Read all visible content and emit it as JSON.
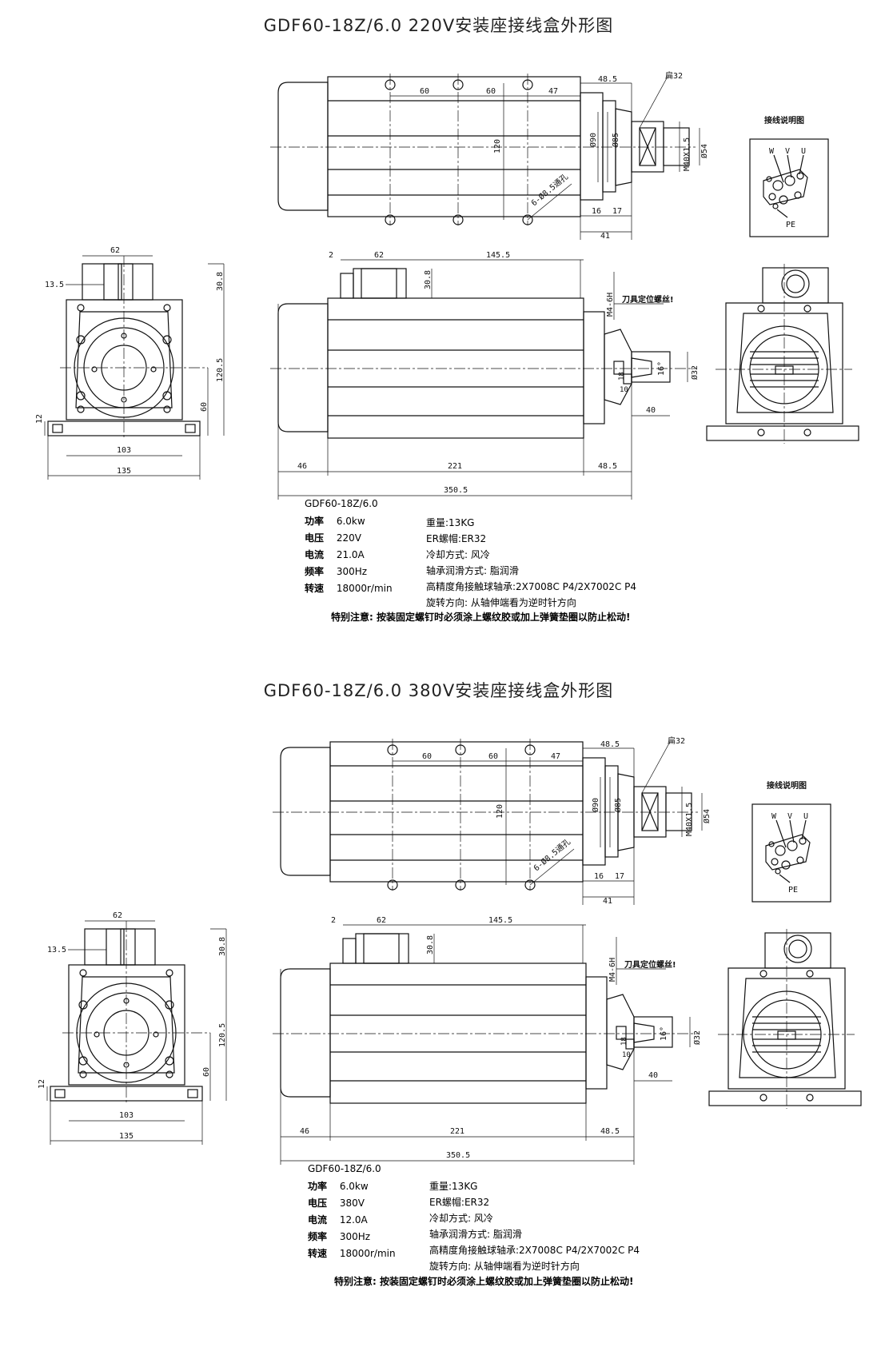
{
  "sheets": [
    {
      "title": "GDF60-18Z/6.0  220V安装座接线盒外形图",
      "specs": {
        "model": "GDF60-18Z/6.0",
        "left": [
          {
            "k": "功率",
            "v": "6.0kw"
          },
          {
            "k": "电压",
            "v": "220V"
          },
          {
            "k": "电流",
            "v": "21.0A"
          },
          {
            "k": "频率",
            "v": "300Hz"
          },
          {
            "k": "转速",
            "v": "18000r/min"
          }
        ],
        "right": [
          "重量:13KG",
          "ER螺帽:ER32",
          "冷却方式: 风冷",
          "轴承润滑方式: 脂润滑",
          "高精度角接触球轴承:2X7008C P4/2X7002C P4",
          "旋转方向: 从轴伸端看为逆时针方向"
        ],
        "note": "特别注意: 按装固定螺钉时必须涂上螺纹胶或加上弹簧垫圈以防止松动!"
      }
    },
    {
      "title": "GDF60-18Z/6.0  380V安装座接线盒外形图",
      "specs": {
        "model": "GDF60-18Z/6.0",
        "left": [
          {
            "k": "功率",
            "v": "6.0kw"
          },
          {
            "k": "电压",
            "v": "380V"
          },
          {
            "k": "电流",
            "v": "12.0A"
          },
          {
            "k": "频率",
            "v": "300Hz"
          },
          {
            "k": "转速",
            "v": "18000r/min"
          }
        ],
        "right": [
          "重量:13KG",
          "ER螺帽:ER32",
          "冷却方式: 风冷",
          "轴承润滑方式: 脂润滑",
          "高精度角接触球轴承:2X7008C P4/2X7002C P4",
          "旋转方向: 从轴伸端看为逆时针方向"
        ],
        "note": "特别注意: 按装固定螺钉时必须涂上螺纹胶或加上弹簧垫圈以防止松动!"
      }
    }
  ],
  "dims": {
    "top": {
      "d60a": "60",
      "d60b": "60",
      "d47": "47",
      "d485": "48.5",
      "flat": "扁32",
      "d120": "120",
      "phi90": "Ø90",
      "phi85": "Ø85",
      "m40": "M40X1.5",
      "phi54": "Ø54",
      "holes": "6-Ø8.5通孔",
      "d16": "16",
      "d17": "17",
      "d41": "41"
    },
    "side": {
      "d2": "2",
      "d62": "62",
      "d1455": "145.5",
      "d308": "30.8",
      "m4": "M4-6H",
      "toolscrew": "刀具定位螺丝!",
      "angle": "16°",
      "phi32": "Ø32",
      "d18": "18",
      "d10": "10",
      "d40": "40",
      "d46": "46",
      "d221": "221",
      "d485": "48.5",
      "d3505": "350.5"
    },
    "front": {
      "d62": "62",
      "d135a": "13.5",
      "d308": "30.8",
      "d1205": "120.5",
      "d60": "60",
      "d12": "12",
      "d103": "103",
      "d135": "135"
    },
    "wiring": {
      "title": "接线说明图",
      "w": "W",
      "v": "V",
      "u": "U",
      "pe": "PE"
    }
  }
}
